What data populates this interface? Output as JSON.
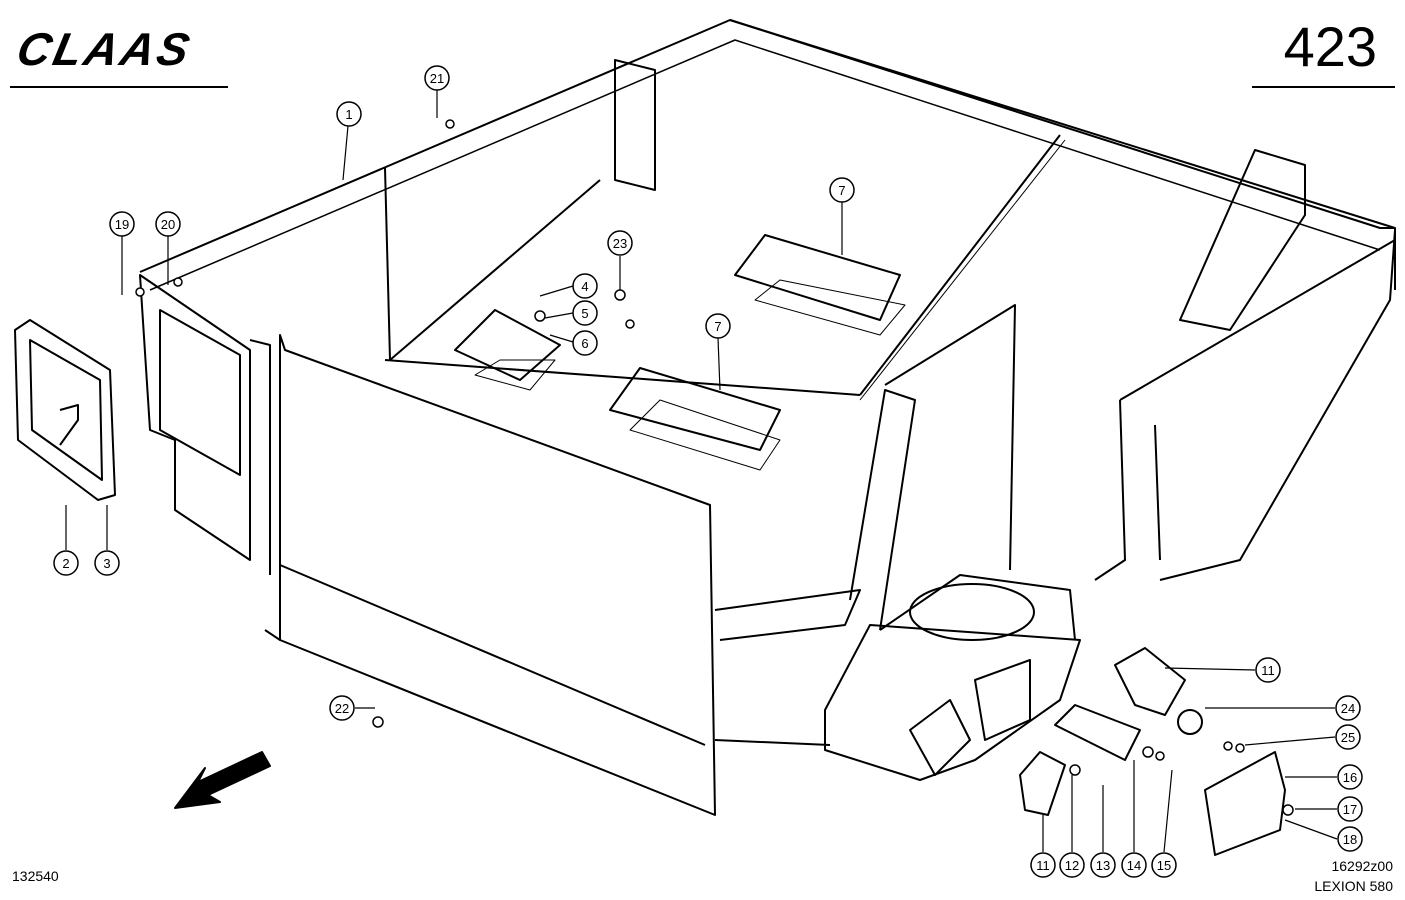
{
  "header": {
    "brand": "CLAAS",
    "page_number": "423"
  },
  "footer": {
    "left_code": "132540",
    "drawing_code": "16292z00",
    "model": "LEXION 580"
  },
  "callouts": [
    "1",
    "2",
    "3",
    "4",
    "5",
    "6",
    "7",
    "7",
    "11",
    "11",
    "12",
    "13",
    "14",
    "15",
    "16",
    "17",
    "18",
    "19",
    "20",
    "21",
    "22",
    "23",
    "24",
    "25"
  ]
}
